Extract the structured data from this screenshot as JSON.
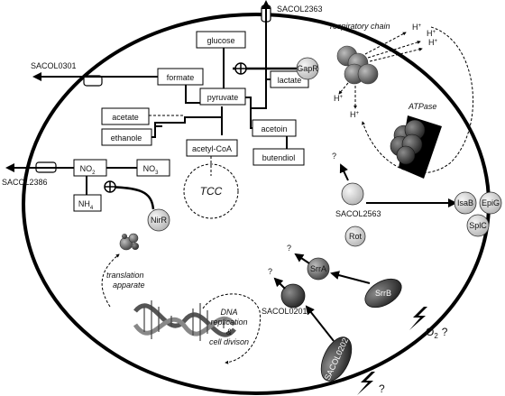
{
  "metabolites": {
    "glucose": "glucose",
    "formate": "formate",
    "pyruvate": "pyruvate",
    "lactate": "lactate",
    "acetoin": "acetoin",
    "acetate": "acetate",
    "ethanole": "ethanole",
    "acetyl_coa": "acetyl-CoA",
    "butendiol": "butendiol",
    "no2": "NO",
    "no2_sub": "2",
    "no3": "NO",
    "no3_sub": "3",
    "nh4": "NH",
    "nh4_sub": "4",
    "tcc": "TCC"
  },
  "transporters": {
    "sacol2363": "SACOL2363",
    "sacol0301": "SACOL0301",
    "sacol2386": "SACOL2386"
  },
  "regulators": {
    "gapr": "GapR",
    "nirr": "NirR",
    "sacol2563": "SACOL2563",
    "rot": "Rot",
    "isab": "IsaB",
    "epig": "EpiG",
    "splc": "SplC",
    "srra": "SrrA",
    "srrb": "SrrB",
    "sacol0201": "SACOL0201",
    "sacol0202": "SACOL0202"
  },
  "labels": {
    "respiratory_chain": "respiratory chain",
    "atpase": "ATPase",
    "h_plus": "H",
    "h_sup": "+",
    "question": "?",
    "o2": "O",
    "o2_sub": "2",
    "o2_q": "?",
    "translation_line1": "translation",
    "translation_line2": "apparate",
    "dna_line1": "DNA",
    "dna_line2": "replication",
    "dna_line3": "&",
    "dna_line4": "cell divison"
  }
}
